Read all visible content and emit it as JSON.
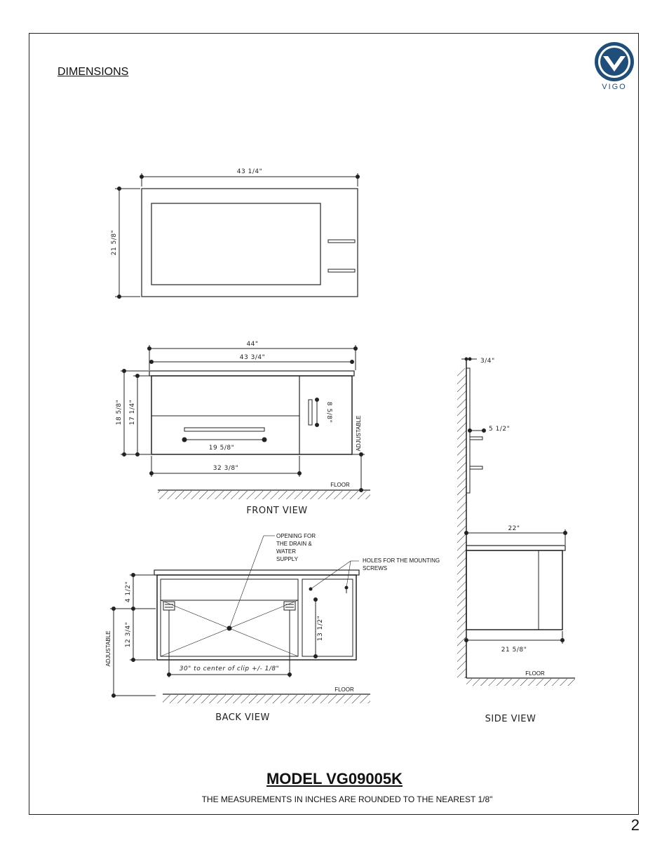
{
  "header": {
    "section_title": "DIMENSIONS",
    "logo_text": "VIGO",
    "brand_color": "#1f4e7a"
  },
  "top_view": {
    "width_label": "43 1/4\"",
    "depth_label": "21 5/8\""
  },
  "front_view": {
    "title": "FRONT VIEW",
    "overall_width": "44\"",
    "cabinet_width": "43 3/4\"",
    "overall_height": "18 5/8\"",
    "cabinet_height": "17 1/4\"",
    "handle_length": "19 5/8\"",
    "drawer_width": "32 3/8\"",
    "door_handle": "8 5/8\"",
    "adjustable": "ADJUSTABLE",
    "floor": "FLOOR"
  },
  "back_view": {
    "title": "BACK VIEW",
    "drain_note": [
      "OPENING FOR",
      "THE DRAIN &",
      "WATER",
      "SUPPLY"
    ],
    "screws_note": [
      "HOLES FOR THE MOUNTING",
      "SCREWS"
    ],
    "top_offset": "4 1/2\"",
    "height_12": "12 3/4\"",
    "height_13": "13 1/2\"",
    "clip_center": "30\" to center of clip +/- 1/8\"",
    "adjustable": "ADJUSTABLE",
    "floor": "FLOOR"
  },
  "side_view": {
    "title": "SIDE VIEW",
    "thickness": "3/4\"",
    "faucet_offset": "5 1/2\"",
    "top_depth": "22\"",
    "cabinet_depth": "21 5/8\"",
    "floor": "FLOOR"
  },
  "footer": {
    "model": "MODEL VG09005K",
    "note": "THE MEASUREMENTS IN INCHES ARE ROUNDED TO THE NEAREST 1/8\"",
    "page_number": "2"
  }
}
